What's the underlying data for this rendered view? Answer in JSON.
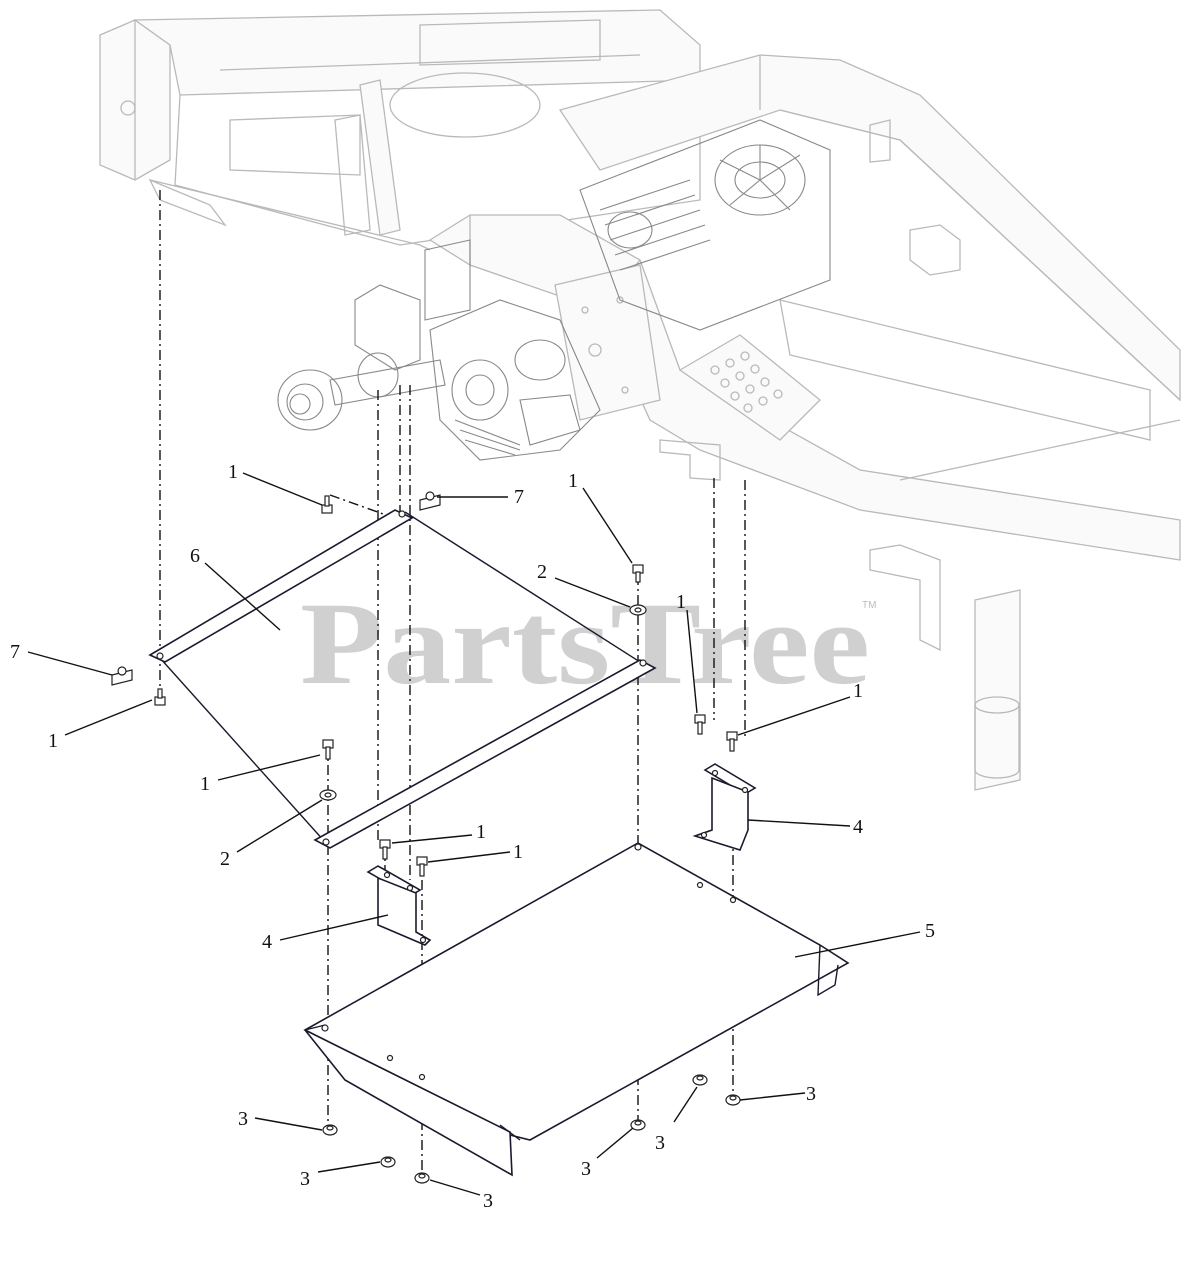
{
  "watermark": {
    "text": "PartsTree",
    "trademark": "TM"
  },
  "callouts": [
    {
      "id": "c1a",
      "label": "1"
    },
    {
      "id": "c7a",
      "label": "7"
    },
    {
      "id": "c6",
      "label": "6"
    },
    {
      "id": "c7b",
      "label": "7"
    },
    {
      "id": "c1b",
      "label": "1"
    },
    {
      "id": "c1c",
      "label": "1"
    },
    {
      "id": "c2a",
      "label": "2"
    },
    {
      "id": "c1d",
      "label": "1"
    },
    {
      "id": "c1e",
      "label": "1"
    },
    {
      "id": "c4a",
      "label": "4"
    },
    {
      "id": "c1f",
      "label": "1"
    },
    {
      "id": "c2b",
      "label": "2"
    },
    {
      "id": "c1g",
      "label": "1"
    },
    {
      "id": "c1h",
      "label": "1"
    },
    {
      "id": "c4b",
      "label": "4"
    },
    {
      "id": "c5",
      "label": "5"
    },
    {
      "id": "c3a",
      "label": "3"
    },
    {
      "id": "c3b",
      "label": "3"
    },
    {
      "id": "c3c",
      "label": "3"
    },
    {
      "id": "c3d",
      "label": "3"
    },
    {
      "id": "c3e",
      "label": "3"
    },
    {
      "id": "c3f",
      "label": "3"
    }
  ]
}
